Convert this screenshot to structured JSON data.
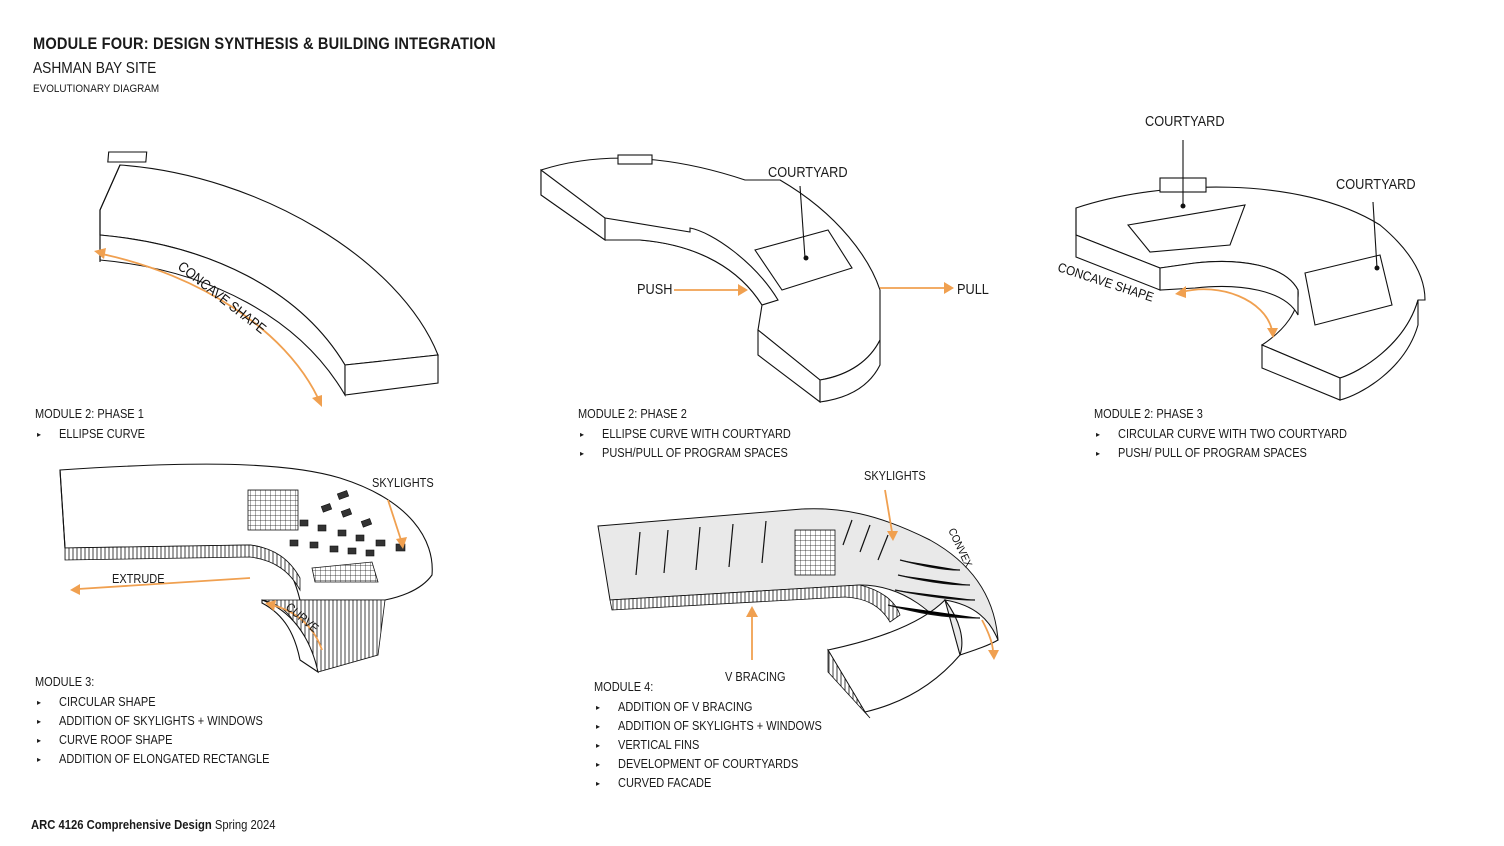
{
  "header": {
    "title": "MODULE FOUR: DESIGN SYNTHESIS & BUILDING INTEGRATION",
    "subtitle": "ASHMAN BAY SITE",
    "caption": "EVOLUTIONARY DIAGRAM"
  },
  "labels": {
    "concave_shape_1": "CONCAVE SHAPE",
    "courtyard_p2": "COURTYARD",
    "push": "PUSH",
    "pull": "PULL",
    "courtyard_p3_a": "COURTYARD",
    "courtyard_p3_b": "COURTYARD",
    "concave_shape_3": "CONCAVE SHAPE",
    "skylights_m3": "SKYLIGHTS",
    "extrude": "EXTRUDE",
    "curve": "CURVE",
    "skylights_m4": "SKYLIGHTS",
    "v_bracing": "V BRACING",
    "convex": "CONVEX"
  },
  "phase1": {
    "heading": "MODULE 2: PHASE 1",
    "items": [
      "ELLIPSE CURVE"
    ]
  },
  "phase2": {
    "heading": "MODULE 2: PHASE 2",
    "items": [
      "ELLIPSE CURVE WITH COURTYARD",
      "PUSH/PULL OF PROGRAM SPACES"
    ]
  },
  "phase3": {
    "heading": "MODULE 2: PHASE 3",
    "items": [
      "CIRCULAR CURVE WITH TWO COURTYARD",
      "PUSH/ PULL OF PROGRAM SPACES"
    ]
  },
  "module3": {
    "heading": "MODULE 3:",
    "items": [
      "CIRCULAR SHAPE",
      "ADDITION OF SKYLIGHTS + WINDOWS",
      "CURVE ROOF SHAPE",
      "ADDITION OF ELONGATED RECTANGLE"
    ]
  },
  "module4": {
    "heading": "MODULE 4:",
    "items": [
      "ADDITION OF V BRACING",
      "ADDITION OF SKYLIGHTS + WINDOWS",
      "VERTICAL FINS",
      "DEVELOPMENT OF COURTYARDS",
      "CURVED FACADE"
    ]
  },
  "footer": {
    "course": "ARC 4126 Comprehensive Design",
    "term": "Spring 2024"
  },
  "colors": {
    "accent": "#f0a050",
    "ink": "#111111",
    "background": "#ffffff"
  }
}
